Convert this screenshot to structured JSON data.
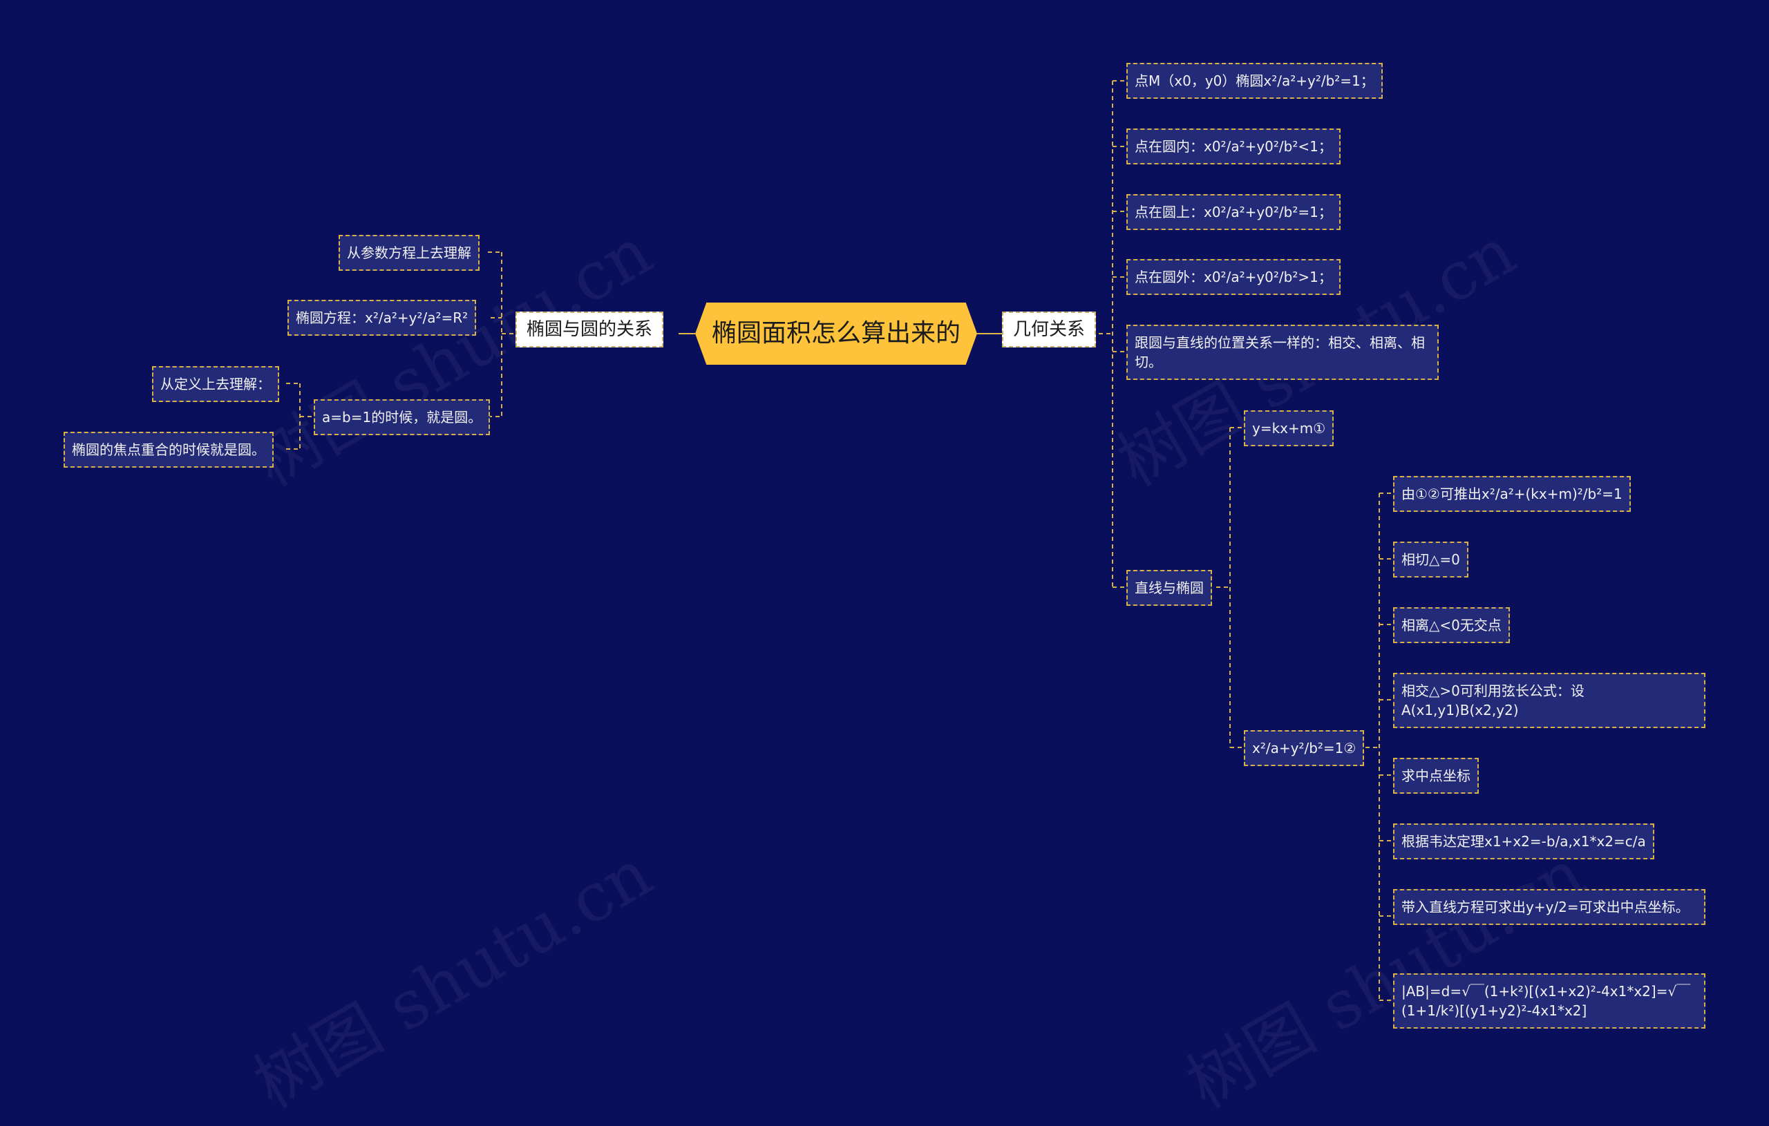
{
  "root": "椭圆面积怎么算出来的",
  "left_branch": {
    "label": "椭圆与圆的关系",
    "children": [
      "从参数方程上去理解",
      "椭圆方程：x²/a²+y²/a²=R²",
      "a=b=1的时候，就是圆。"
    ],
    "sub_children": [
      "从定义上去理解：",
      "椭圆的焦点重合的时候就是圆。"
    ]
  },
  "right_branch": {
    "label": "几何关系",
    "children": [
      "点M（x0，y0）椭圆x²/a²+y²/b²=1；",
      "点在圆内：x0²/a²+y0²/b²<1；",
      "点在圆上：x0²/a²+y0²/b²=1；",
      "点在圆外：x0²/a²+y0²/b²>1；",
      "跟圆与直线的位置关系一样的：相交、相离、相切。",
      "直线与椭圆"
    ],
    "line_children": [
      "y=kx+m①",
      "x²/a+y²/b²=1②"
    ],
    "eq2_children": [
      "由①②可推出x²/a²+(kx+m)²/b²=1",
      "相切△=0",
      "相离△<0无交点",
      "相交△>0可利用弦长公式：设A(x1,y1)B(x2,y2)",
      "求中点坐标",
      "根据韦达定理x1+x2=-b/a,x1*x2=c/a",
      "带入直线方程可求出y+y/2=可求出中点坐标。",
      "|AB|=d=√￣(1+k²)[(x1+x2)²-4x1*x2]=√￣(1+1/k²)[(y1+y2)²-4x1*x2]"
    ]
  },
  "watermark": "树图 shutu.cn",
  "colors": {
    "background": "#0a0f5c",
    "root_fill": "#fec33a",
    "node_fill": "#232a78",
    "border": "#d9b14a",
    "light_node": "#ffffff"
  }
}
